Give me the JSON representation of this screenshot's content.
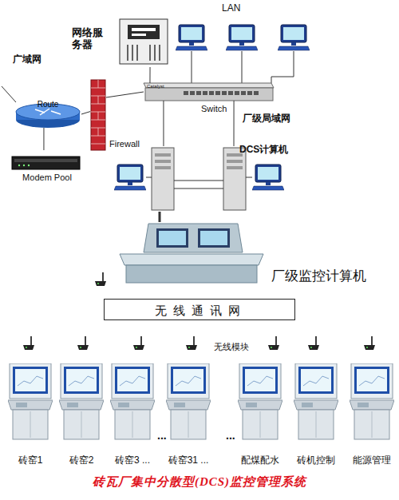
{
  "diagram": {
    "caption": "砖瓦厂集中分散型(DCS)监控管理系统",
    "nodes": [
      {
        "text": [
          "网络服务器"
        ]
      },
      {
        "text": [
          "Route"
        ]
      },
      {
        "text": [
          "Modem Pool"
        ]
      },
      {
        "text": [
          "Firewall"
        ]
      },
      {
        "text": [
          "Switch"
        ]
      },
      {
        "text": [
          "DCS计算机"
        ]
      },
      {
        "text": [
          "厂级监控计算机"
        ]
      },
      {
        "text": [
          "无线通讯网"
        ]
      },
      {
        "text": [
          "砖窑1"
        ]
      },
      {
        "text": [
          "砖窑2"
        ]
      },
      {
        "text": [
          "砖窑3 ..."
        ]
      },
      {
        "text": [
          "砖窑31 ..."
        ]
      },
      {
        "text": [
          "配煤配水"
        ]
      },
      {
        "text": [
          "砖机控制"
        ]
      },
      {
        "text": [
          "能源管理"
        ]
      }
    ],
    "edges": [
      {
        "from": 0,
        "to": 4,
        "arrow": "none"
      },
      {
        "from": 2,
        "to": 1,
        "arrow": "none"
      },
      {
        "from": 1,
        "to": 3,
        "arrow": "none"
      },
      {
        "from": 3,
        "to": 4,
        "arrow": "none"
      },
      {
        "from": 4,
        "to": 5,
        "arrow": "none"
      },
      {
        "from": 4,
        "to": 5,
        "arrow": "none"
      },
      {
        "from": 5,
        "to": 6,
        "arrow": "none"
      }
    ],
    "labels": [
      "LAN",
      "广域网",
      "Catalyst",
      "厂级局域网",
      "无线模块",
      "...",
      "..."
    ]
  }
}
